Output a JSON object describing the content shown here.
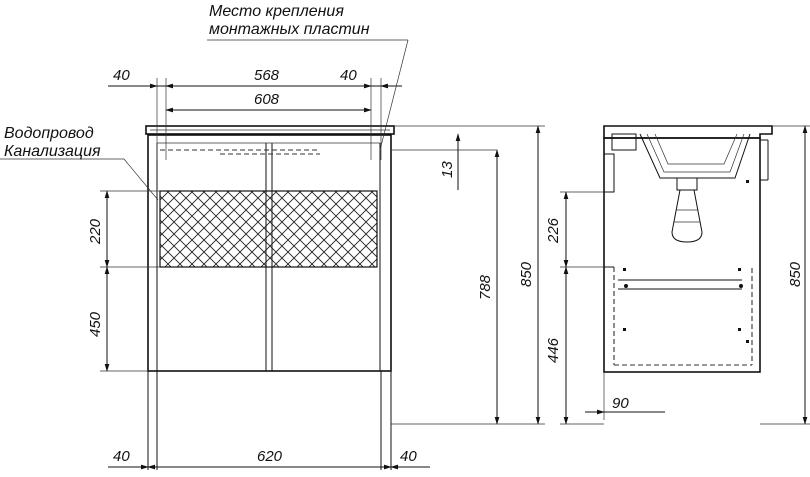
{
  "labels": {
    "mount_line1": "Место крепления",
    "mount_line2": "монтажных пластин",
    "water": "Водопровод",
    "sewer": "Канализация"
  },
  "front_dims": {
    "top_left": "40",
    "top_mid": "568",
    "top_right": "40",
    "top_overall": "608",
    "left_upper": "220",
    "left_lower": "450",
    "right_small": "13",
    "right_inner": "788",
    "right_total": "850",
    "bottom_left": "40",
    "bottom_mid": "620",
    "bottom_right": "40"
  },
  "side_dims": {
    "left_upper": "226",
    "left_lower": "446",
    "right_total": "850",
    "bottom": "90"
  }
}
